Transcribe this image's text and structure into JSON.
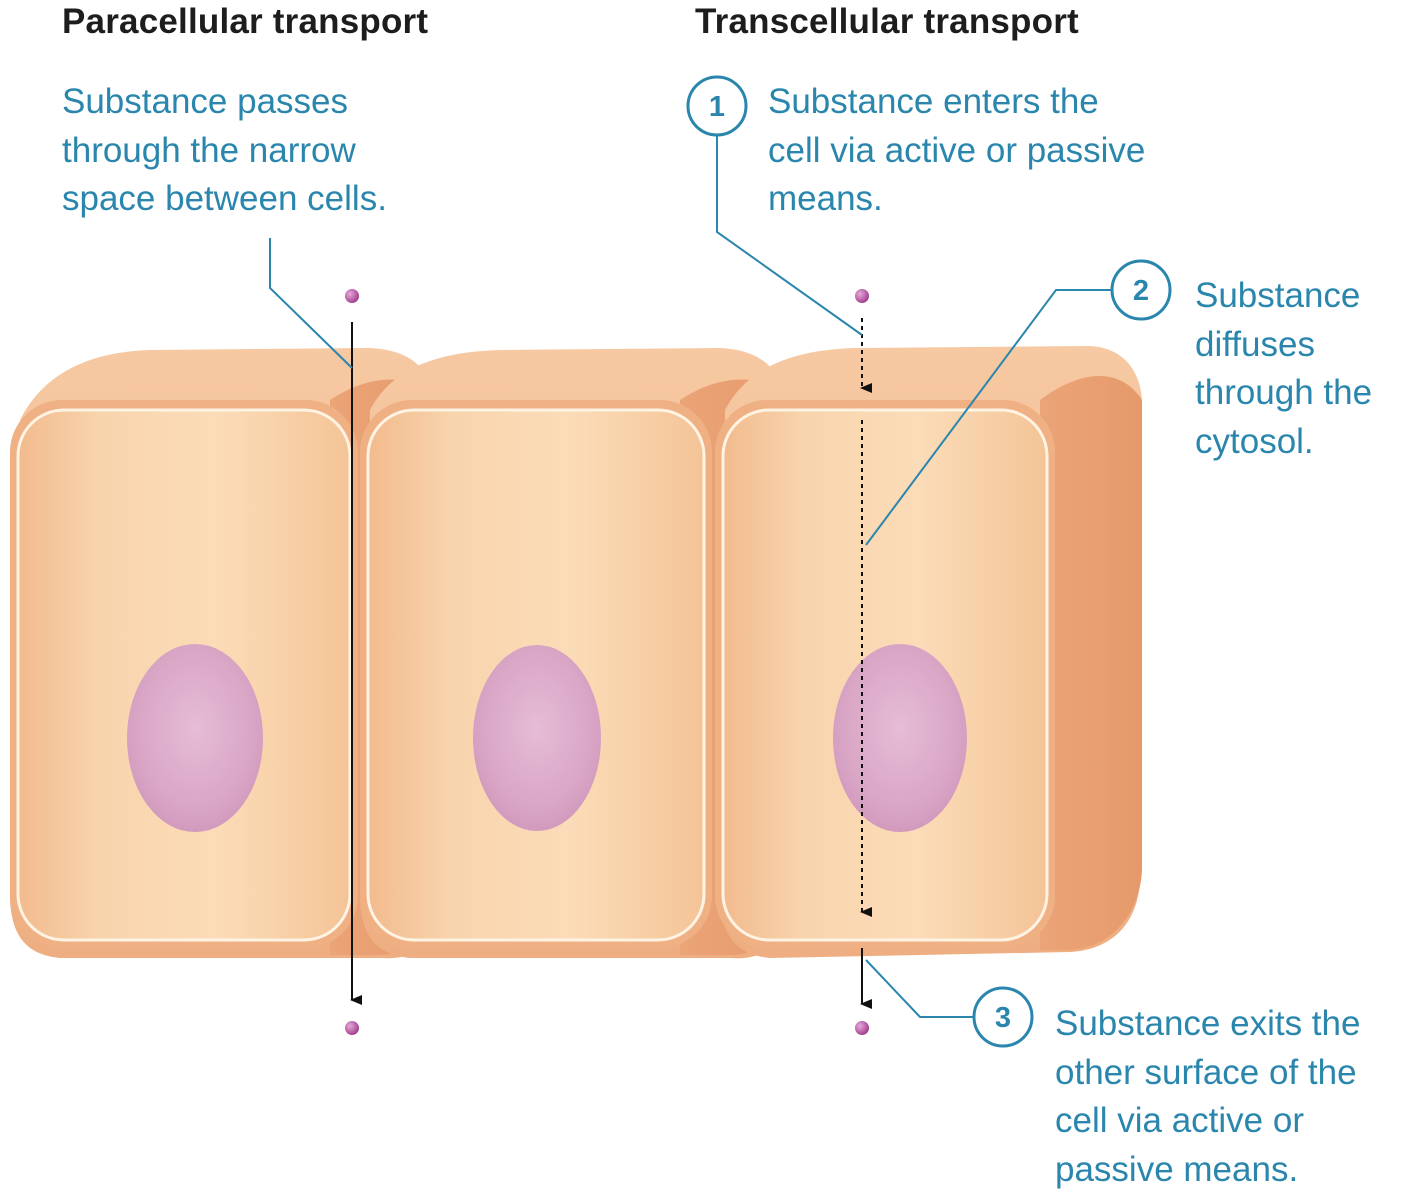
{
  "headings": {
    "paracellular": "Paracellular transport",
    "transcellular": "Transcellular transport"
  },
  "paracellular_note": {
    "lines": [
      "Substance passes",
      "through the narrow",
      "space between cells."
    ]
  },
  "steps": [
    {
      "number": "1",
      "lines": [
        "Substance enters the",
        "cell via active or passive",
        "means."
      ]
    },
    {
      "number": "2",
      "lines": [
        "Substance",
        "diffuses",
        "through the",
        "cytosol."
      ]
    },
    {
      "number": "3",
      "lines": [
        "Substance exits the",
        "other surface of the",
        "cell via active or",
        "passive means."
      ]
    }
  ],
  "colors": {
    "label_blue": "#2a86ad",
    "heading_text": "#1d1d1d",
    "cell_orange": "#efb084",
    "cell_face": "#f8d1aa",
    "nucleus": "#d9a6c6",
    "particle": "#b04a9c"
  }
}
